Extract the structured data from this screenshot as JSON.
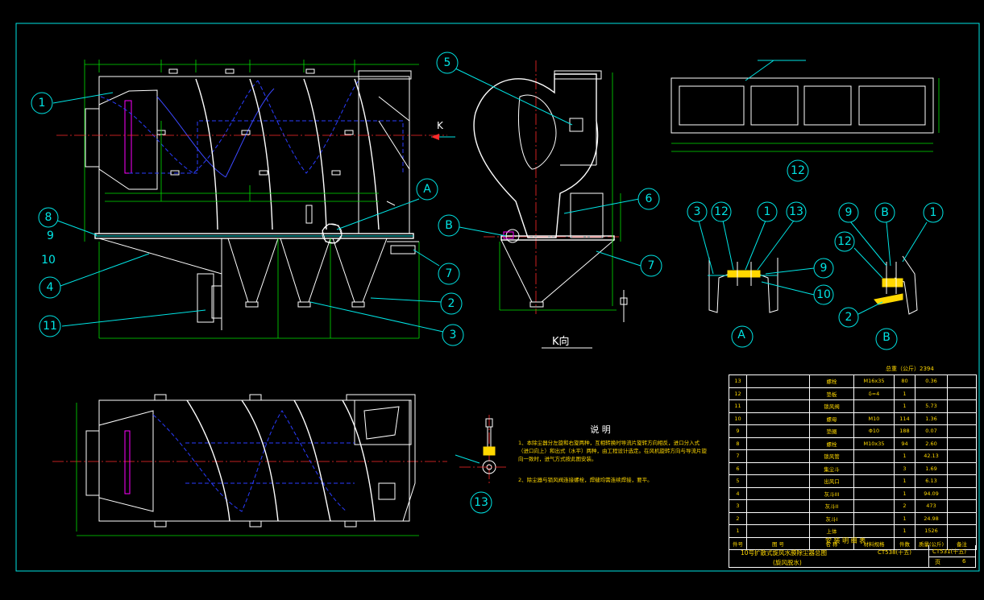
{
  "drawing": {
    "main_balloons": [
      "1",
      "8",
      "9",
      "10",
      "4",
      "11",
      "A",
      "7",
      "2",
      "3"
    ],
    "k_view": {
      "balloons": [
        "5",
        "6",
        "B",
        "7"
      ],
      "arrow_label": "K",
      "view_label": "K向"
    },
    "plan_view": {
      "balloon": "12"
    },
    "detail_a": {
      "balloons": [
        "3",
        "12",
        "1",
        "13",
        "9",
        "10"
      ],
      "label": "A"
    },
    "detail_b": {
      "balloons": [
        "9",
        "B",
        "1",
        "12",
        "2"
      ],
      "label": "B"
    },
    "part13_balloon": "13",
    "notes_title": "说  明",
    "notes": [
      "1、本除尘器分左旋和右旋两种，互相转换时导流片旋转方向相反，进口分入式（进口向上）和出式（水平）两种，由工程设计选定。在风机旋转方向与导流片旋向一致时，进气方式按此图安装。",
      "2、除尘器与锁风阀连接螺栓，焊缝均需连续焊接，要平。"
    ]
  },
  "bom": {
    "weight_label": "总重（公斤）2394",
    "rows": [
      {
        "no": "13",
        "drawing": "",
        "name": "螺栓",
        "spec": "M16x35",
        "qty": "80",
        "mass": "0.36",
        "note": ""
      },
      {
        "no": "12",
        "drawing": "",
        "name": "垫板",
        "spec": "δ=4",
        "qty": "1",
        "mass": "",
        "note": ""
      },
      {
        "no": "11",
        "drawing": "",
        "name": "锁风阀",
        "spec": "",
        "qty": "1",
        "mass": "5.73",
        "note": ""
      },
      {
        "no": "10",
        "drawing": "",
        "name": "螺母",
        "spec": "M10",
        "qty": "114",
        "mass": "1.36",
        "note": ""
      },
      {
        "no": "9",
        "drawing": "",
        "name": "垫圈",
        "spec": "Φ10",
        "qty": "188",
        "mass": "0.07",
        "note": ""
      },
      {
        "no": "8",
        "drawing": "",
        "name": "螺栓",
        "spec": "M10x35",
        "qty": "94",
        "mass": "2.60",
        "note": ""
      },
      {
        "no": "7",
        "drawing": "",
        "name": "锁风管",
        "spec": "",
        "qty": "1",
        "mass": "42.13",
        "note": ""
      },
      {
        "no": "6",
        "drawing": "",
        "name": "集尘斗",
        "spec": "",
        "qty": "3",
        "mass": "1.69",
        "note": ""
      },
      {
        "no": "5",
        "drawing": "",
        "name": "出风口",
        "spec": "",
        "qty": "1",
        "mass": "6.13",
        "note": ""
      },
      {
        "no": "4",
        "drawing": "",
        "name": "灰斗III",
        "spec": "",
        "qty": "1",
        "mass": "94.09",
        "note": ""
      },
      {
        "no": "3",
        "drawing": "",
        "name": "灰斗II",
        "spec": "",
        "qty": "2",
        "mass": "473",
        "note": ""
      },
      {
        "no": "2",
        "drawing": "",
        "name": "灰斗I",
        "spec": "",
        "qty": "1",
        "mass": "24.98",
        "note": ""
      },
      {
        "no": "1",
        "drawing": "",
        "name": "上体",
        "spec": "",
        "qty": "1",
        "mass": "1526",
        "note": ""
      }
    ],
    "header": {
      "no": "件号",
      "drawing": "图 号",
      "name": "名 称",
      "spec": "材料规格",
      "qty": "件数",
      "mass": "质量(公斤)",
      "note": "备注"
    },
    "list_title": "安 装 明 细 表",
    "title_line1": "10号扩散式旋风水膜除尘器总图",
    "title_line2": "(旋风脱水)",
    "model": "CT538(十五)",
    "code": "CT531(十五)",
    "sheet": "页",
    "sheet_no": "6"
  }
}
